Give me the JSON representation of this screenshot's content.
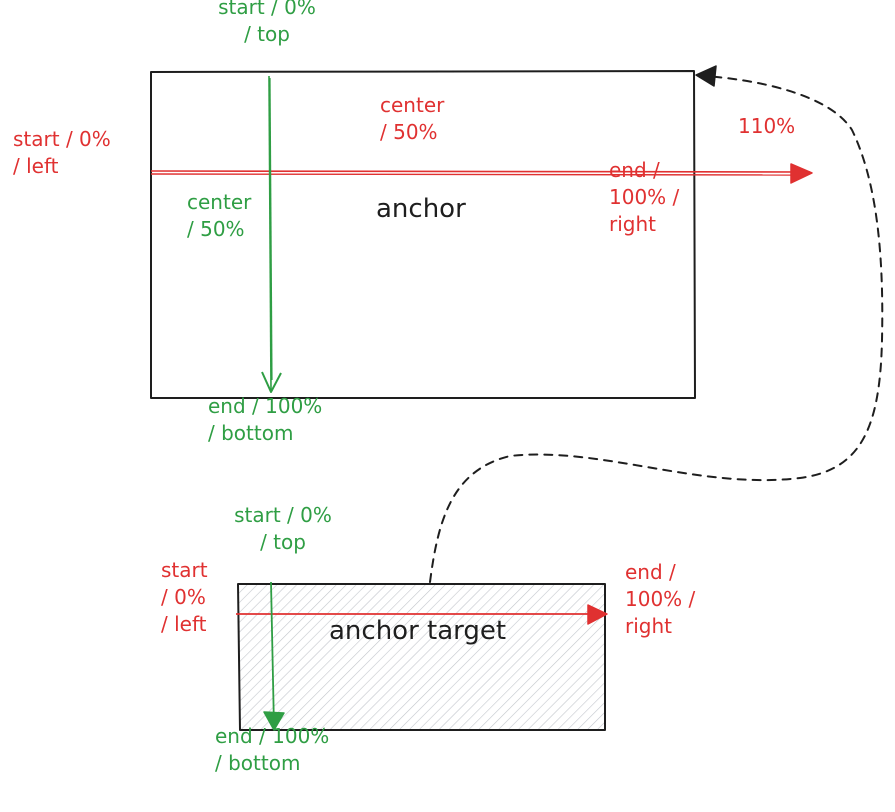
{
  "anchor": {
    "title": "anchor",
    "horizontal_start_line1": "start / 0%",
    "horizontal_start_line2": "/ left",
    "horizontal_center_line1": "center",
    "horizontal_center_line2": "/ 50%",
    "horizontal_end_line1": "end /",
    "horizontal_end_line2": "100% /",
    "horizontal_end_line3": "right",
    "horizontal_overflow": "110%",
    "vertical_start_line1": "start / 0%",
    "vertical_start_line2": "/ top",
    "vertical_center_line1": "center",
    "vertical_center_line2": "/ 50%",
    "vertical_end_line1": "end / 100%",
    "vertical_end_line2": "/ bottom"
  },
  "target": {
    "title": "anchor target",
    "horizontal_start_line1": "start",
    "horizontal_start_line2": "/ 0%",
    "horizontal_start_line3": "/ left",
    "horizontal_end_line1": "end /",
    "horizontal_end_line2": "100% /",
    "horizontal_end_line3": "right",
    "vertical_start_line1": "start / 0%",
    "vertical_start_line2": "/ top",
    "vertical_end_line1": "end / 100%",
    "vertical_end_line2": "/ bottom"
  },
  "colors": {
    "horizontal_axis": "#e03131",
    "vertical_axis": "#2f9e44",
    "stroke": "#1e1e1e",
    "hatch": "#c3c6cc"
  }
}
